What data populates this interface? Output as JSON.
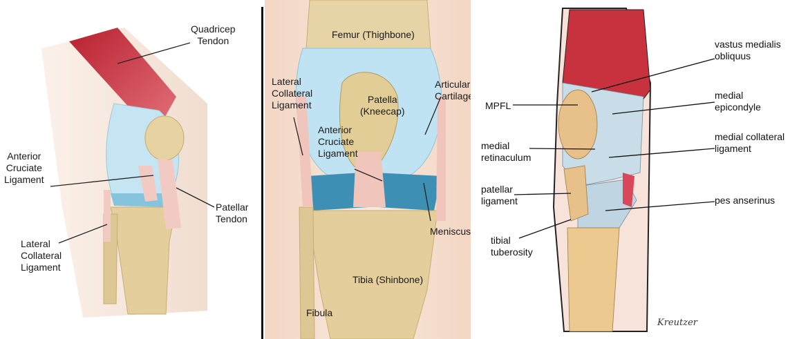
{
  "panels": {
    "side_view": {
      "labels": {
        "quadricep_tendon": "Quadricep\nTendon",
        "acl": "Anterior\nCruciate\nLigament",
        "patellar_tendon": "Patellar\nTendon",
        "lcl": "Lateral\nCollateral\nLigament"
      }
    },
    "front_view": {
      "labels": {
        "femur": "Femur (Thighbone)",
        "articular_cartilage": "Articular\nCartilage",
        "lcl": "Lateral\nCollateral\nLigament",
        "patella": "Patella\n(Kneecap)",
        "acl": "Anterior\nCruciate\nLigament",
        "meniscus": "Meniscus",
        "tibia": "Tibia (Shinbone)",
        "fibula": "Fibula"
      }
    },
    "medial_view": {
      "labels": {
        "vmo": "vastus medialis\nobliquus",
        "mpfl": "MPFL",
        "medial_epicondyle": "medial\nepicondyle",
        "medial_retinaculum": "medial\nretinaculum",
        "mcl": "medial collateral\nligament",
        "patellar_ligament": "patellar\nligament",
        "pes_anserinus": "pes anserinus",
        "tibial_tuberosity": "tibial\ntuberosity"
      },
      "signature": "Kreutzer"
    }
  },
  "colors": {
    "bone": "#e4cf9c",
    "bone_shadow": "#c9ad72",
    "cartilage": "#bfe3f2",
    "meniscus": "#3d8fb3",
    "muscle": "#c8323f",
    "ligament": "#f2c9c2",
    "skin": "#f5e6dc",
    "line": "#222222"
  }
}
